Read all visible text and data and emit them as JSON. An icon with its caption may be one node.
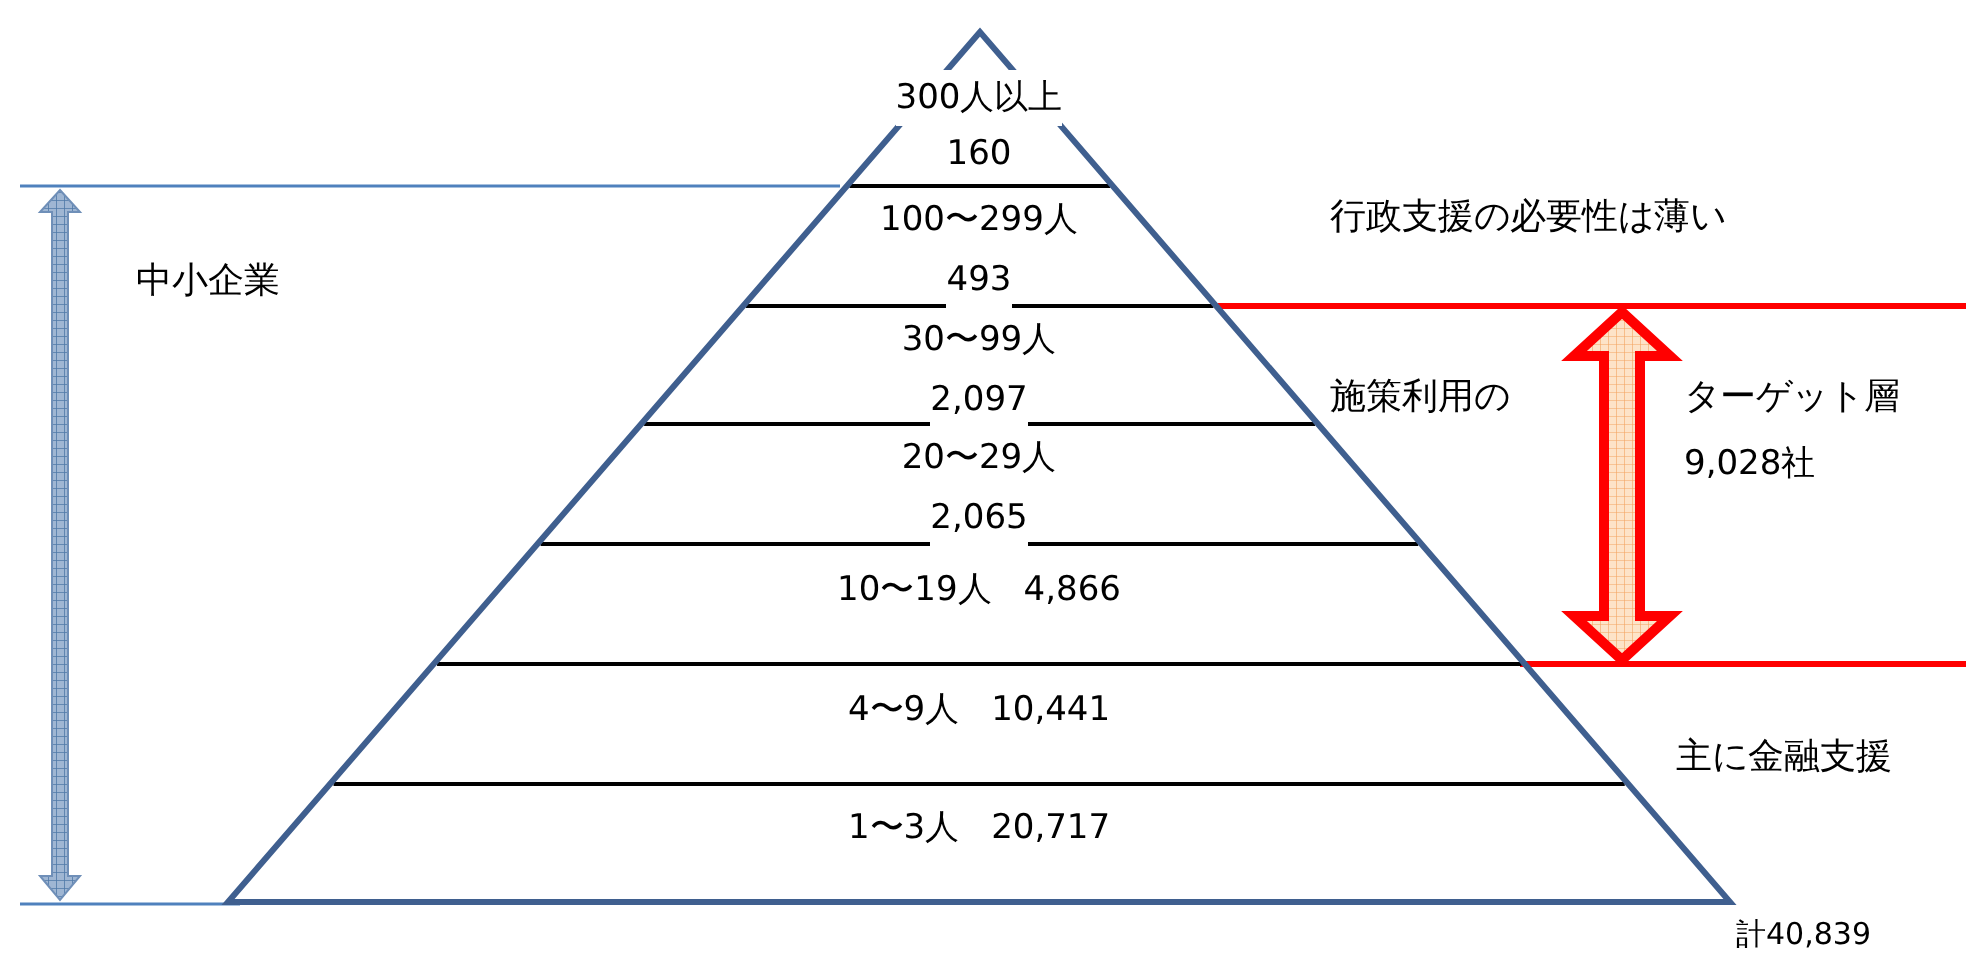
{
  "diagram": {
    "nodes": [
      {
        "text": [],
        "shape": "triangle"
      },
      {
        "text": [
          "300人以上",
          "160"
        ],
        "in": 0
      },
      {
        "text": [
          "100〜299人",
          "493"
        ],
        "in": 0
      },
      {
        "text": [
          "30〜99人",
          "2,097"
        ],
        "in": 0
      },
      {
        "text": [
          "20〜29人",
          "2,065"
        ],
        "in": 0
      },
      {
        "text": [
          "10〜19人",
          "4,866"
        ],
        "in": 0
      },
      {
        "text": [
          "4〜9人",
          "10,441"
        ],
        "in": 0
      },
      {
        "text": [
          "1〜3人",
          "20,717"
        ],
        "in": 0
      }
    ],
    "edges": [],
    "labels": [
      "行政支援の必要性は薄い",
      "中小企業",
      "施策利用の",
      "ターゲット層",
      "9,028社",
      "主に金融支援",
      "計40,839"
    ]
  }
}
